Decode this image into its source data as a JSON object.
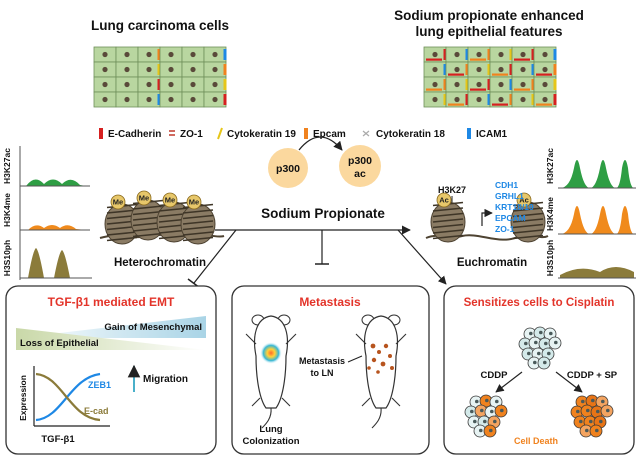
{
  "header": {
    "left_title": "Lung carcinoma cells",
    "right_title_line1": "Sodium propionate enhanced",
    "right_title_line2": "lung epithelial features"
  },
  "legend": [
    {
      "symbol": "red-bar",
      "label": "E-Cadherin"
    },
    {
      "symbol": "double-line",
      "label": "ZO-1"
    },
    {
      "symbol": "yellow-slash",
      "label": "Cytokeratin 19"
    },
    {
      "symbol": "orange-bar",
      "label": "Epcam"
    },
    {
      "symbol": "cross-mark",
      "label": "Cytokeratin 18"
    },
    {
      "symbol": "blue-bar",
      "label": "ICAM1"
    }
  ],
  "left_tracks": [
    "H3K27ac",
    "H3K4me",
    "H3S10ph"
  ],
  "right_tracks": [
    "H3K27ac",
    "H3K4me",
    "H3S10ph"
  ],
  "pathway": {
    "p300": "p300",
    "p300ac_line1": "p300",
    "p300ac_line2": "ac",
    "center_label": "Sodium Propionate",
    "heterochromatin": "Heterochromatin",
    "euchromatin": "Euchromatin",
    "me_label": "Me",
    "ac_label": "Ac",
    "h3k27": "H3K27",
    "genes": [
      "CDH1",
      "GRHL1",
      "KRT18/19",
      "EPCAM",
      "ZO-1"
    ]
  },
  "panel_emt": {
    "title": "TGF-β1 mediated EMT",
    "gain": "Gain of Mesenchymal",
    "loss": "Loss of Epithelial",
    "migration": "Migration",
    "zeb1": "ZEB1",
    "ecad": "E-cad",
    "ylabel": "Expression",
    "xlabel": "TGF-β1"
  },
  "panel_metastasis": {
    "title": "Metastasis",
    "ln_line1": "Metastasis",
    "ln_line2": "to LN",
    "lung_line1": "Lung",
    "lung_line2": "Colonization"
  },
  "panel_cisplatin": {
    "title": "Sensitizes cells to Cisplatin",
    "cddp": "CDDP",
    "cddp_sp": "CDDP + SP",
    "cell_death": "Cell Death"
  },
  "colors": {
    "title_red": "#e3342a",
    "gene_blue": "#1e88e5",
    "track_green": "#2e9e44",
    "track_orange": "#f08a1c",
    "track_olive": "#8b7b3a",
    "cell_green": "#b9d6a0",
    "cell_orange": "#f0821e",
    "accent_teal": "#36a7c4",
    "p300_fill": "#fbd89e"
  }
}
